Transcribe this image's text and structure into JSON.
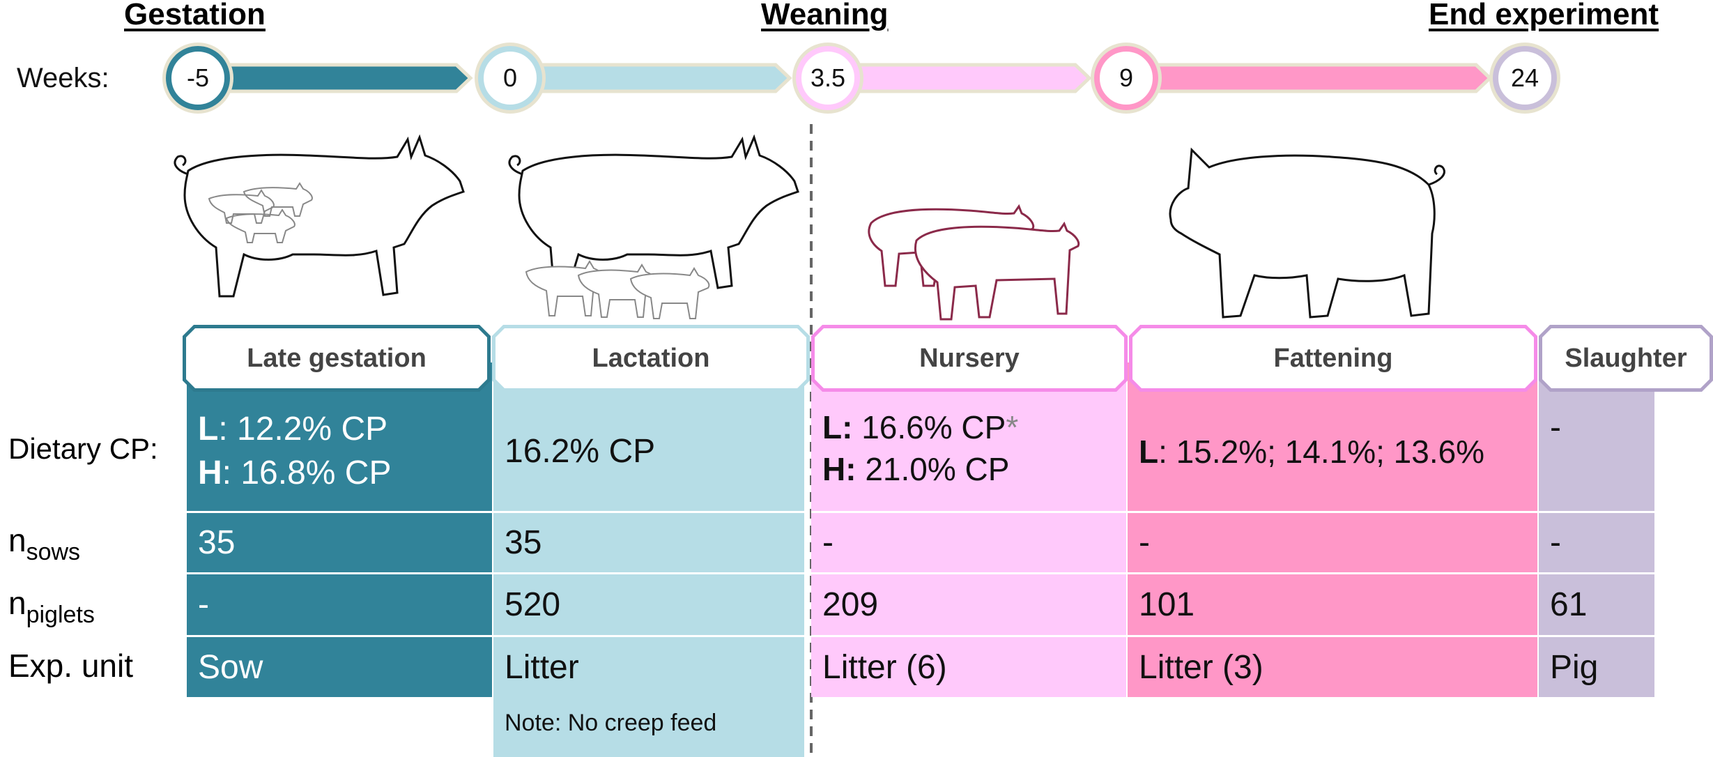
{
  "milestones": {
    "gestation": "Gestation",
    "weaning": "Weaning",
    "end": "End experiment"
  },
  "weeks_label": "Weeks:",
  "timeline": [
    "-5",
    "0",
    "3.5",
    "9",
    "24"
  ],
  "colors": {
    "late_gestation": "#318399",
    "lactation": "#b6dde6",
    "nursery": "#ffc9fb",
    "fattening": "#ff97c7",
    "slaughter": "#c9bfda",
    "phase_border_late_gestation": "#2d7a8e",
    "phase_border_lactation": "#b6dde6",
    "phase_border_nursery": "#f58be8",
    "phase_border_fattening": "#f58be8",
    "phase_border_slaughter": "#b0a2c8"
  },
  "phases": [
    "Late gestation",
    "Lactation",
    "Nursery",
    "Fattening",
    "Slaughter"
  ],
  "rows": {
    "dietary_cp": {
      "label": "Dietary CP:",
      "late_gestation": {
        "l_key": "L",
        "l_val": ": 12.2% CP",
        "h_key": "H",
        "h_val": ": 16.8% CP"
      },
      "lactation": "16.2% CP",
      "nursery": {
        "l_key": "L:",
        "l_val": " 16.6% CP",
        "asterisk": "*",
        "h_key": "H:",
        "h_val": " 21.0% CP"
      },
      "fattening": {
        "l_key": "L",
        "l_val": ": 15.2%; 14.1%; 13.6%"
      },
      "slaughter": "-"
    },
    "n_sows": {
      "label_main": "n",
      "label_sub": "sows",
      "values": [
        "35",
        "35",
        "-",
        "-",
        "-"
      ]
    },
    "n_piglets": {
      "label_main": "n",
      "label_sub": "piglets",
      "values": [
        "-",
        "520",
        "209",
        "101",
        "61"
      ]
    },
    "exp_unit": {
      "label": "Exp. unit",
      "values": [
        "Sow",
        "Litter",
        "Litter (6)",
        "Litter (3)",
        "Pig"
      ]
    }
  },
  "note": "Note: No creep feed"
}
